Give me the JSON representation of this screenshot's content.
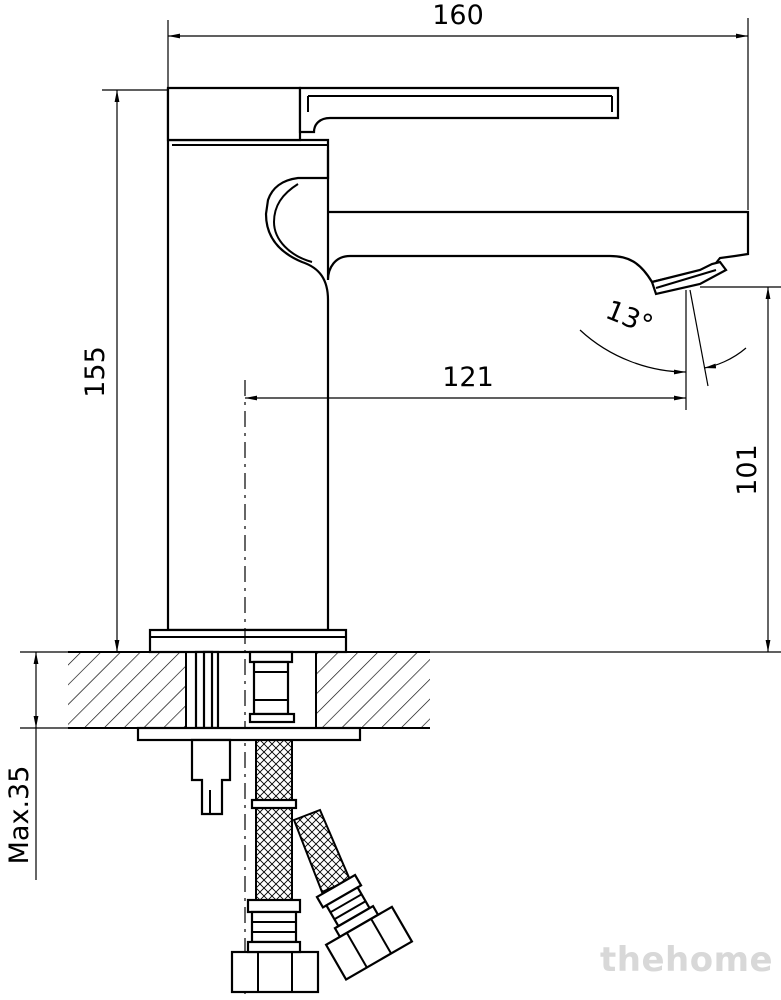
{
  "dimensions": {
    "width": "160",
    "height": "155",
    "reach": "121",
    "spout_height": "101",
    "angle": "13°",
    "max_thickness": "Max.35"
  },
  "watermark": "thehome"
}
